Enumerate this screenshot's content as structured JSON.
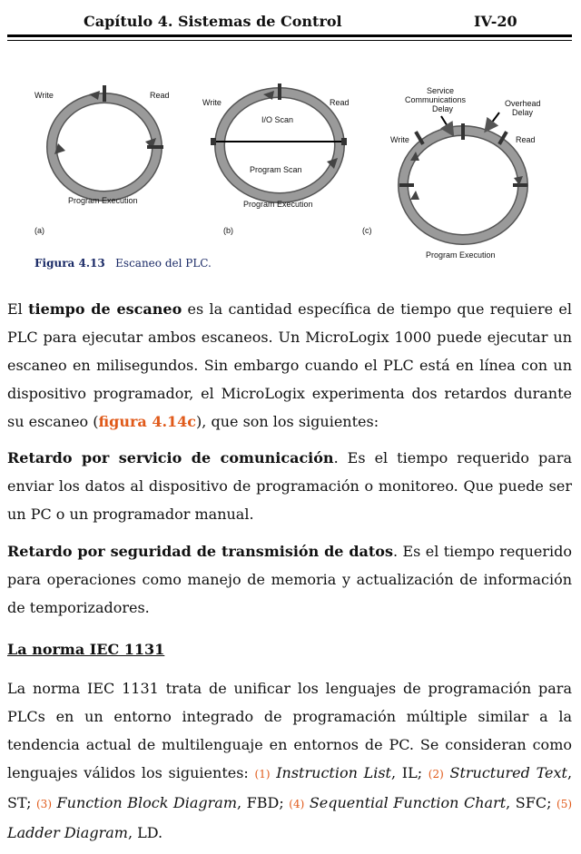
{
  "header": {
    "chapter": "Capítulo 4. Sistemas de Control",
    "page": "IV-20"
  },
  "figure": {
    "a": {
      "write": "Write",
      "read": "Read",
      "execution": "Program Execution",
      "label": "(a)"
    },
    "b": {
      "write": "Write",
      "read": "Read",
      "io_scan": "I/O Scan",
      "program_scan": "Program Scan",
      "execution": "Program Execution",
      "label": "(b)"
    },
    "c": {
      "service_1": "Service",
      "service_2": "Communications",
      "service_3": "Delay",
      "overhead_1": "Overhead",
      "overhead_2": "Delay",
      "write": "Write",
      "read": "Read",
      "execution": "Program Execution",
      "label": "(c)"
    },
    "caption_num": "Figura 4.13",
    "caption_text": "Escaneo del PLC."
  },
  "p1": {
    "a": "El ",
    "b": "tiempo de escaneo",
    "c": " es la cantidad específica de tiempo que requiere el PLC para ejecutar ambos escaneos. Un MicroLogix 1000 puede ejecutar un escaneo en milisegundos. Sin embargo cuando el PLC está en línea con un dispositivo programador, el MicroLogix experimenta dos retardos durante su escaneo (",
    "d": "figura 4.14c",
    "e": "), que son los siguientes:"
  },
  "p2": {
    "a": "Retardo por servicio de comunicación",
    "b": ". Es el tiempo requerido para enviar los datos al dispositivo de programación o monitoreo. Que puede ser un PC o un programador manual."
  },
  "p3": {
    "a": "Retardo por seguridad de transmisión de datos",
    "b": ". Es el tiempo requerido para operaciones como manejo de memoria y actualización de información de temporizadores."
  },
  "section_title": "La norma IEC 1131",
  "p4": {
    "a": "La norma IEC 1131 trata de unificar los lenguajes de programación para PLCs en un entorno integrado de programación múltiple similar a la tendencia actual de multilenguaje en entornos de PC. Se consideran como lenguajes válidos los siguientes: ",
    "n1": "(1)",
    "l1": "Instruction List",
    "s1": ", IL; ",
    "n2": "(2)",
    "l2": "Structured Text",
    "s2": ", ST; ",
    "n3": "(3)",
    "l3": "Function Block Diagram",
    "s3": ", FBD; ",
    "n4": "(4)",
    "l4": "Sequential Function Chart",
    "s4": ", SFC; ",
    "n5": "(5)",
    "l5": "Ladder Diagram",
    "s5": ", LD."
  },
  "colors": {
    "accent": "#e05a1a",
    "caption": "#1a2a66",
    "ring": "#8a8a8a"
  }
}
